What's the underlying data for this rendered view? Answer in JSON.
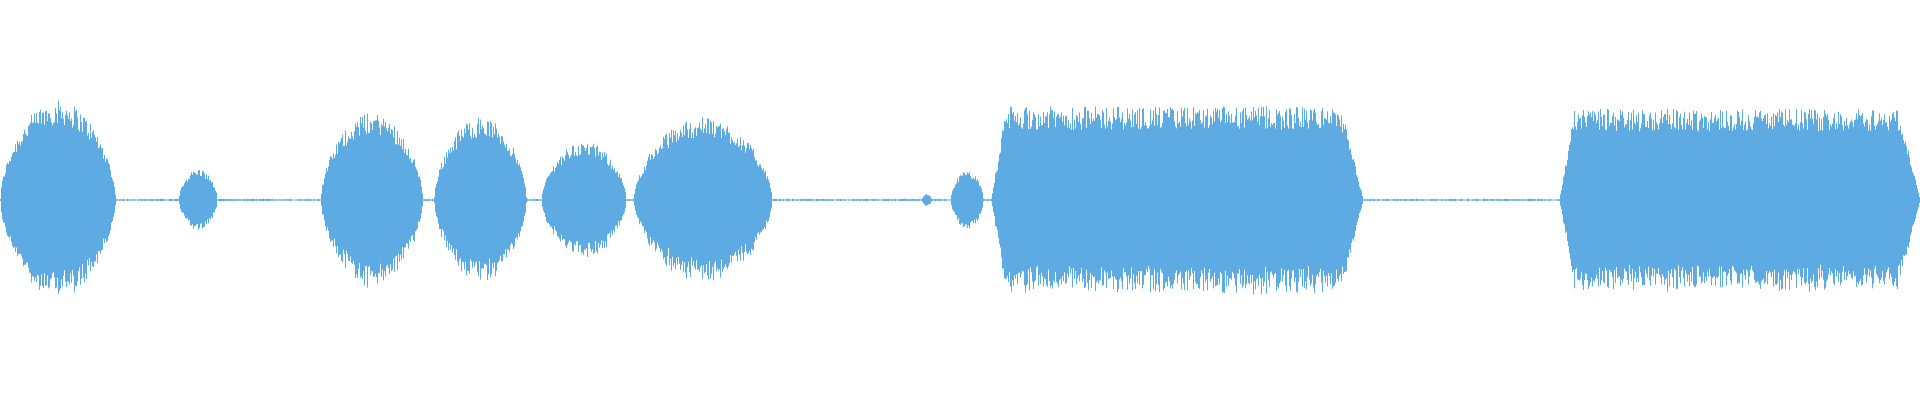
{
  "waveform": {
    "color": "#5DABE2",
    "background": "#FFFFFF",
    "samples_shown": 1920,
    "segments": [
      {
        "start": 0.0,
        "end": 0.06,
        "amp": 0.48,
        "shape": "bell"
      },
      {
        "start": 0.093,
        "end": 0.113,
        "amp": 0.15,
        "shape": "bell"
      },
      {
        "start": 0.167,
        "end": 0.22,
        "amp": 0.42,
        "shape": "bell"
      },
      {
        "start": 0.226,
        "end": 0.274,
        "amp": 0.4,
        "shape": "bell"
      },
      {
        "start": 0.282,
        "end": 0.326,
        "amp": 0.28,
        "shape": "bell"
      },
      {
        "start": 0.33,
        "end": 0.402,
        "amp": 0.4,
        "shape": "bell"
      },
      {
        "start": 0.48,
        "end": 0.485,
        "amp": 0.03,
        "shape": "bell"
      },
      {
        "start": 0.495,
        "end": 0.512,
        "amp": 0.14,
        "shape": "bell"
      },
      {
        "start": 0.516,
        "end": 0.71,
        "amp": 0.45,
        "shape": "plateau"
      },
      {
        "start": 0.812,
        "end": 1.0,
        "amp": 0.44,
        "shape": "plateau"
      }
    ],
    "noise_floor": 0.004
  }
}
